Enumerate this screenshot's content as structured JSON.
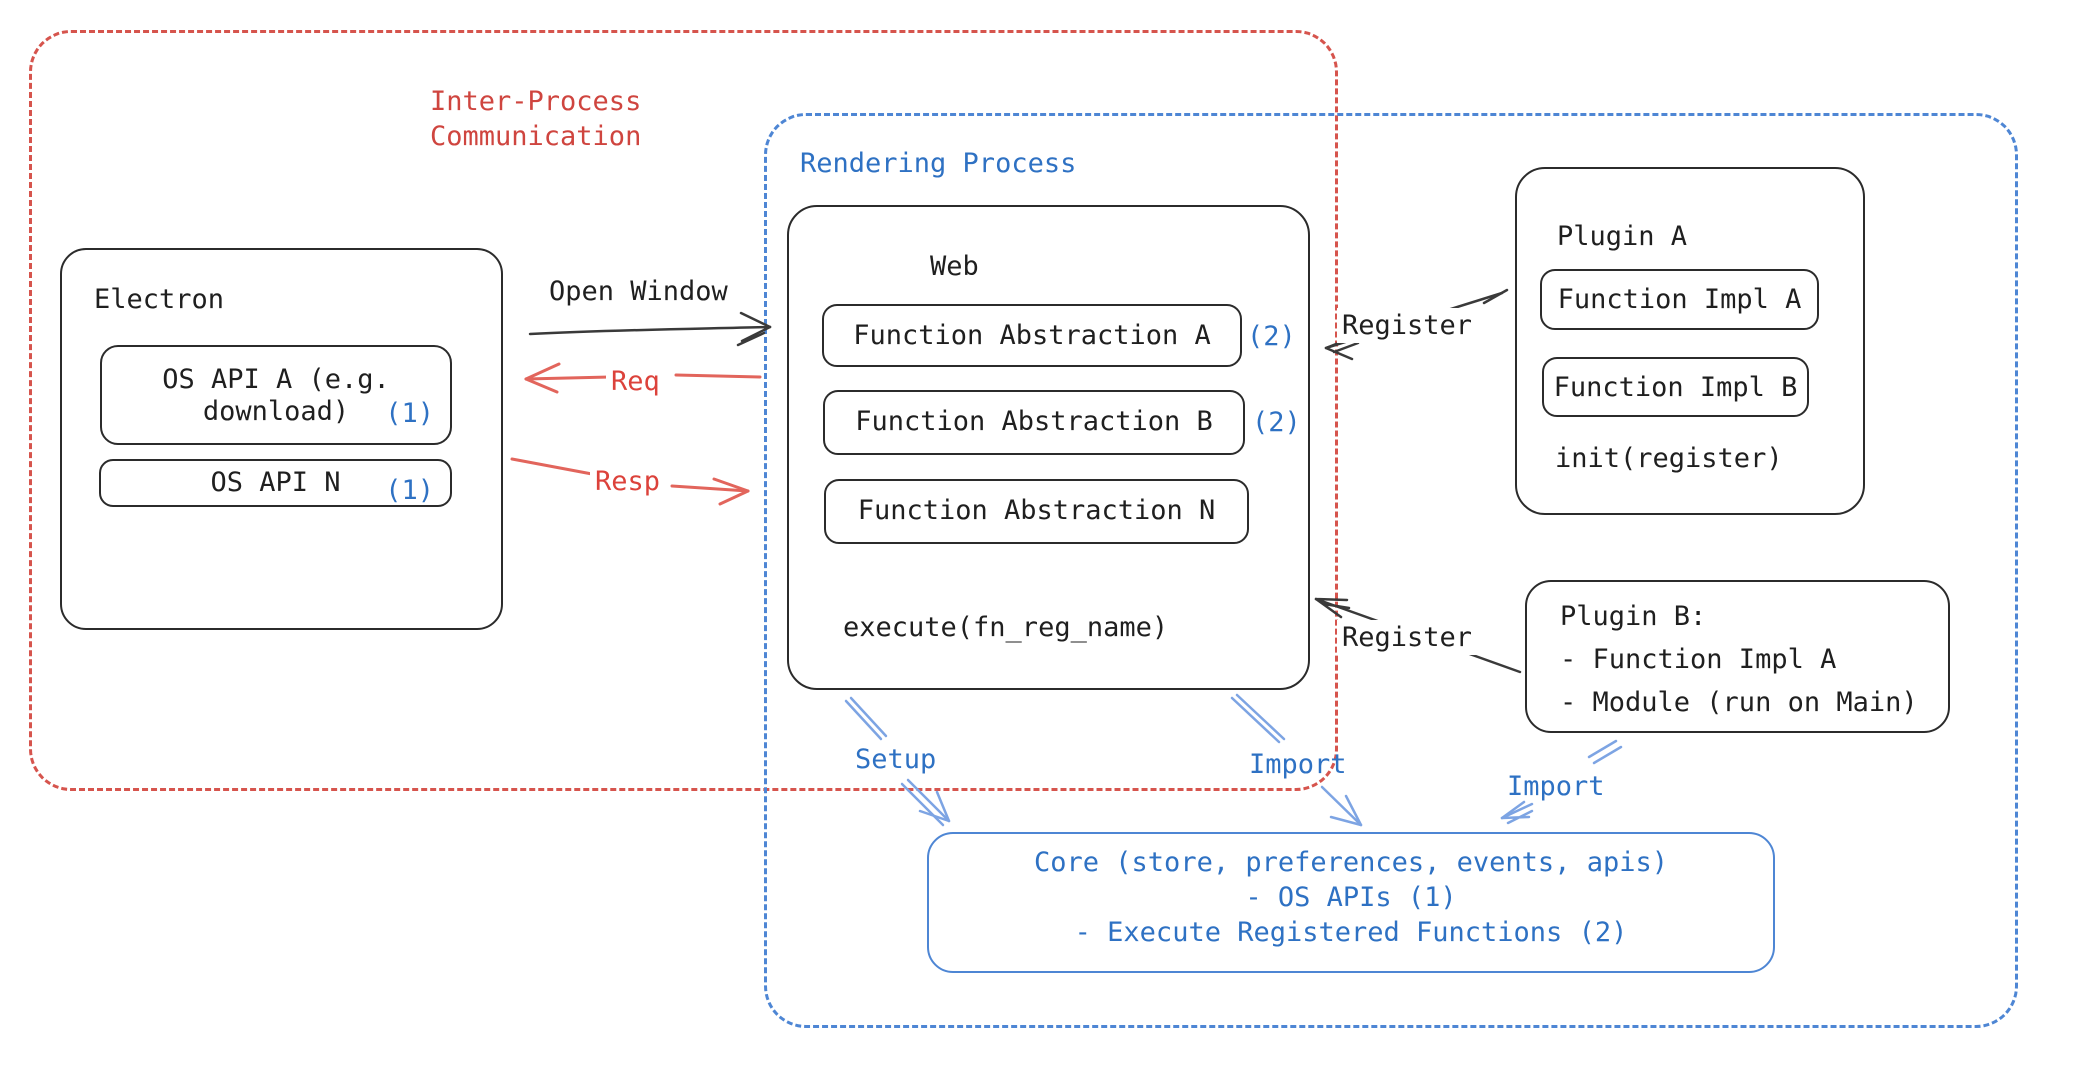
{
  "colors": {
    "red_accent": "#cf453f",
    "red_line": "#e2655c",
    "blue_accent": "#2e71c3",
    "blue_dash": "#4e86d4",
    "ink_black": "#1f1f1f"
  },
  "ipc_region": {
    "label_line1": "Inter-Process",
    "label_line2": "Communication"
  },
  "rendering_region": {
    "label": "Rendering Process"
  },
  "electron": {
    "title": "Electron",
    "api_a": {
      "line1": "OS API A (e.g.",
      "line2": "download)",
      "badge": "(1)"
    },
    "api_n": {
      "label": "OS API N",
      "badge": "(1)"
    }
  },
  "web": {
    "title": "Web",
    "abstractions": [
      {
        "label": "Function Abstraction A",
        "badge": "(2)"
      },
      {
        "label": "Function Abstraction B",
        "badge": "(2)"
      },
      {
        "label": "Function Abstraction N",
        "badge": ""
      }
    ],
    "execute_label": "execute(fn_reg_name)"
  },
  "plugin_a": {
    "title": "Plugin A",
    "impls": [
      "Function Impl A",
      "Function Impl B"
    ],
    "init_label": "init(register)"
  },
  "plugin_b": {
    "lines": [
      "Plugin B:",
      "- Function Impl A",
      "- Module (run on Main)"
    ]
  },
  "core": {
    "lines": [
      "Core (store, preferences, events, apis)",
      "- OS APIs (1)",
      "- Execute Registered Functions (2)"
    ]
  },
  "arrows": {
    "open_window": "Open Window",
    "req": "Req",
    "resp": "Resp",
    "register_a": "Register",
    "register_b": "Register",
    "setup": "Setup",
    "import_web": "Import",
    "import_plugin": "Import"
  }
}
